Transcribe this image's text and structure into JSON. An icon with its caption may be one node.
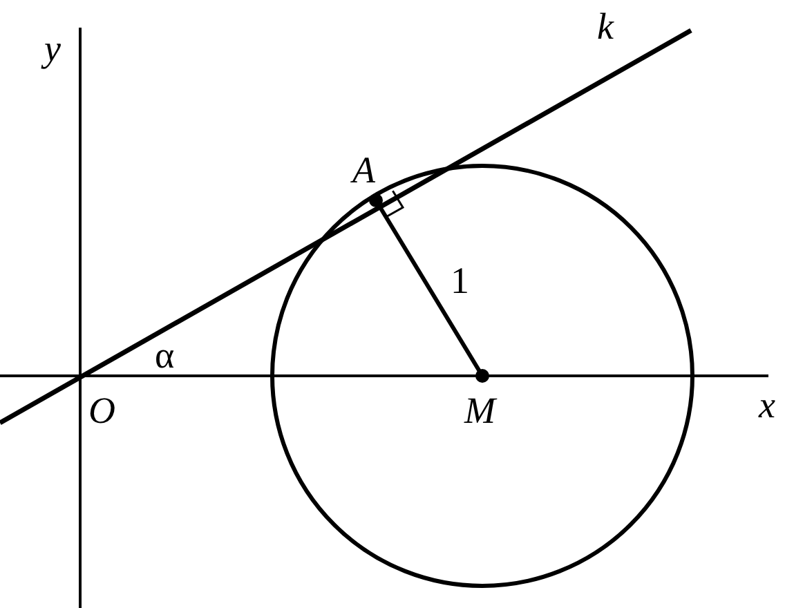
{
  "diagram": {
    "labels": [
      "y",
      "k",
      "A",
      "1",
      "α",
      "O",
      "M",
      "x"
    ]
  }
}
